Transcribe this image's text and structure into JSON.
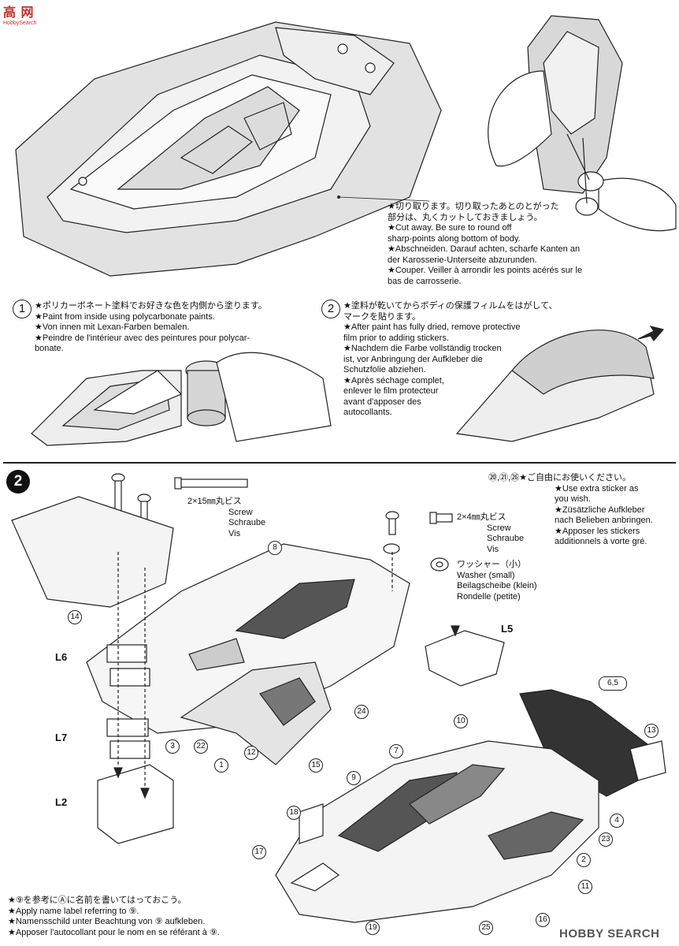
{
  "watermark_top": {
    "logo": "高 网",
    "sub": "HobbySearch"
  },
  "top": {
    "cut_note": [
      "★切り取ります。切り取ったあとのとがった",
      "部分は、丸くカットしておきましょう。",
      "★Cut away. Be sure to round off",
      "sharp-points along bottom of body.",
      "★Abschneiden. Darauf achten, scharfe Kanten an",
      "der Karosserie-Unterseite abzurunden.",
      "★Couper. Veiller à arrondir les points acérés sur le",
      "bas de carrosserie."
    ],
    "step1": {
      "num": "1",
      "lines": [
        "★ポリカーボネート塗料でお好きな色を内側から塗ります。",
        "★Paint from inside using polycarbonate paints.",
        "★Von innen mit Lexan-Farben bemalen.",
        "★Peindre de l'intérieur avec des peintures pour polycar-",
        "bonate."
      ]
    },
    "step2": {
      "num": "2",
      "lines": [
        "★塗料が乾いてからボディの保護フィルムをはがして、",
        "マークを貼ります。",
        "★After paint has fully dried, remove protective",
        "film prior to adding stickers.",
        "★Nachdem die Farbe vollständig trocken",
        "ist, vor Anbringung der Aufkleber die",
        "Schutzfolie abziehen.",
        "★Après séchage complet,",
        "enlever le film protecteur",
        "avant d'apposer des",
        "autocollants."
      ]
    }
  },
  "bottom": {
    "step_badge": "2",
    "screw_long": {
      "size": "2×15㎜丸ビス",
      "en": "Screw",
      "de": "Schraube",
      "fr": "Vis"
    },
    "screw_short": {
      "size": "2×4㎜丸ビス",
      "en": "Screw",
      "de": "Schraube",
      "fr": "Vis"
    },
    "washer": {
      "jp": "ワッシャー（小）",
      "en": "Washer (small)",
      "de": "Beilagscheibe (klein)",
      "fr": "Rondelle (petite)"
    },
    "extra_sticker": {
      "nums": "⑳,㉑,㉖",
      "lines": [
        "★ご自由にお使いください。",
        "★Use extra sticker as",
        "you wish.",
        "★Züsätzliche Aufkleber",
        "nach Belieben anbringen.",
        "★Apposer les stickers",
        "additionnels à vorte gré."
      ]
    },
    "labels": {
      "L6": "L6",
      "L7": "L7",
      "L2": "L2",
      "L5": "L5"
    },
    "part_numbers": [
      "14",
      "8",
      "24",
      "3",
      "22",
      "1",
      "12",
      "15",
      "6,5",
      "13",
      "10",
      "7",
      "9",
      "4",
      "23",
      "18",
      "17",
      "2",
      "11",
      "19",
      "25",
      "16"
    ],
    "name_label_note": [
      "★⑨を参考にⒶに名前を書いてはっておこう。",
      "★Apply name label referring to ⑨.",
      "★Namensschild unter Beachtung von ⑨ aufkleben.",
      "★Apposer l'autocollant pour le nom en se référant à ⑨."
    ],
    "watermark": "HOBBY SEARCH"
  }
}
